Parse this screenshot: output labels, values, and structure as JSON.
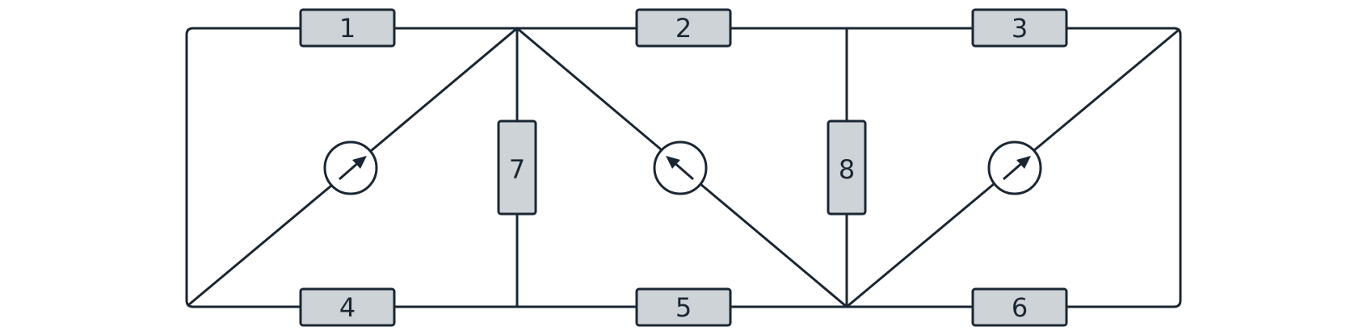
{
  "diagram": {
    "colors": {
      "line": "#1a2733",
      "resistor_fill": "#ced3d7",
      "background": "#ffffff"
    },
    "resistors": [
      {
        "label": "1"
      },
      {
        "label": "2"
      },
      {
        "label": "3"
      },
      {
        "label": "4"
      },
      {
        "label": "5"
      },
      {
        "label": "6"
      },
      {
        "label": "7"
      },
      {
        "label": "8"
      }
    ],
    "meters": [
      {
        "icon": "meter-icon"
      },
      {
        "icon": "meter-icon"
      },
      {
        "icon": "meter-icon"
      }
    ]
  }
}
